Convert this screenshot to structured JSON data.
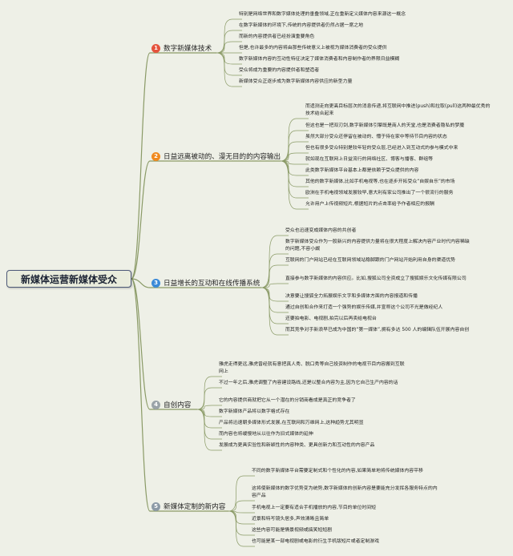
{
  "root": {
    "label": "新媒体运营新媒体受众"
  },
  "colors": {
    "line": "#8a9a66",
    "badge": [
      "#e5533d",
      "#f08a1f",
      "#3b8ad8",
      "#9aa3a8",
      "#8c9aa6"
    ]
  },
  "branches": [
    {
      "num": "1",
      "label": "数字新媒体技术",
      "items": [
        "特别是网络世界和数字媒体处理的垂叠领域,正在重新定义媒体内容来源这一概念",
        "在数字新媒体的环境下,传统的内容提供者仍然占据一席之地",
        "而新的内容提供者已经扮演重要角色",
        "但是,也许最多的内容将由那些传统意义上被视为媒体消费者的受众提供",
        "数字新媒体内容的互动性特征决定了媒体消费者和内容制作者的界限日益模糊",
        "受众将成为重要的内容提供者和塑造者",
        "新媒体受众正逐步成为数字新媒体内容供应的新型力量"
      ]
    },
    {
      "num": "2",
      "label": "日益远离被动的、漫无目的的内容输出",
      "items": [
        "而适测走向更高目标层次的消息传递,将互联网中推进(push)和拉取(pull)这两种最优秀的技术结合起来",
        "但这也是一把双刃剑,数字新媒体引擎既是商人的天堂,也是消费者隐私的梦魇",
        "虽然大部分受众还停留在被动的、懵于待在家中等待节目内容的状态",
        "但也有很多受众特别是较年轻的受众层,已经进入到互动式的参与模式中来",
        "就如现在互联网上日益流行的网络社区、博客与播客、群组等",
        "此类数字新媒体平台基本上都是依赖于受众提供的内容",
        "其他的数字新媒体,比如手机电视等,也在逐步开拓受众“自娱自乐”的市场",
        "欧洲在手机电视领域发展较早,意大利有家公司推出了一个很流行的服务",
        "允许用户上传视频短片,根据短片的点击率给予作者相应的报酬"
      ]
    },
    {
      "num": "3",
      "label": "日益增长的互动和在线传播系统",
      "items": [
        "受众也迅速变成媒体内容的共创者",
        "数字新媒体受众作为一股新兴的内容提供力量将在很大程度上解决内容产业时代内容稀缺的问题,不容小觑",
        "互联网的门户网站已经在互联网领域站稳脚跟的门户网站开始利用自身的渠道优势",
        "直接参与数字新媒体的内容供应。比如,搜狐公司全资成立了搜狐娱乐文化传媒有限公司",
        "决意要让搜狐全力拓展娱乐文字和多媒体方面的内容报道和传播",
        "通过自创和合作来打造一个强势的娱乐传媒,并宣称这个公司不光是做经纪人",
        "还要拍电影、电视剧,拍完以后再卖给电视台",
        "而其竞争对手新浪早已成为中国的“第一媒体”,拥有多达 500 人的编辑队伍开展内容自创"
      ]
    },
    {
      "num": "4",
      "label": "自创内容",
      "items": [
        "雅虎走得更远,雅虎曾经就有意把真人秀、脱口秀等自己投资制作的电视节目内容搬到互联网上",
        "不过一年之后,雅虎调整了内容建设路线,还是以整合内容为主,因为它自己生产内容的话",
        "它的内容提供商就把它从一个潜在的分销商看成是真正的竞争者了",
        "数字新媒体产品将以数字格式存在",
        "产品将迅速朝多媒体形式发展,在互联网和万维网上,这种趋势尤其明显",
        "而内容也将缓慢地从以往作为旧式媒体的延伸",
        "发展成为更具实验性和新颖性的内容种类、更具创新力和互动性的内容产品"
      ]
    },
    {
      "num": "5",
      "label": "新媒体定制的新内容",
      "items": [
        "不同的数字新媒体平台需要定制式和个性化的内容,如果简单地将传统媒体内容平移",
        "这将使新媒体的数字优势变为统势,数字新媒体的创新内容是要能充分发挥各服务特点的内容产品",
        "手机电视上一定要有适合手机播放的内容,节目的单位时间短",
        "近景和特写镜头居多,声效清晰且简单",
        "这些内容可能是情景视频或搞笑短短剧",
        "也可能是某一部电视剧或电影的衍生手机版短片或者定制游戏"
      ]
    }
  ]
}
